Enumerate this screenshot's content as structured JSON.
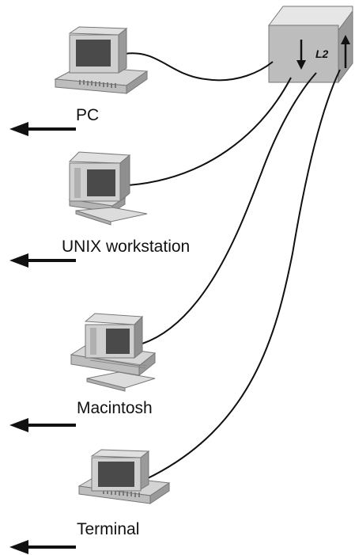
{
  "switch": {
    "label": "L2",
    "icons": [
      "arrow-down-icon",
      "arrow-up-icon"
    ]
  },
  "devices": [
    {
      "id": "pc",
      "label": "PC",
      "icon": "pc-icon"
    },
    {
      "id": "unix",
      "label": "UNIX workstation",
      "icon": "workstation-icon"
    },
    {
      "id": "mac",
      "label": "Macintosh",
      "icon": "macintosh-icon"
    },
    {
      "id": "terminal",
      "label": "Terminal",
      "icon": "terminal-icon"
    }
  ],
  "colors": {
    "device_light": "#dcdcdc",
    "device_mid": "#b5b5b5",
    "device_dark": "#8a8a8a",
    "screen": "#4a4a4a",
    "line": "#111111"
  }
}
